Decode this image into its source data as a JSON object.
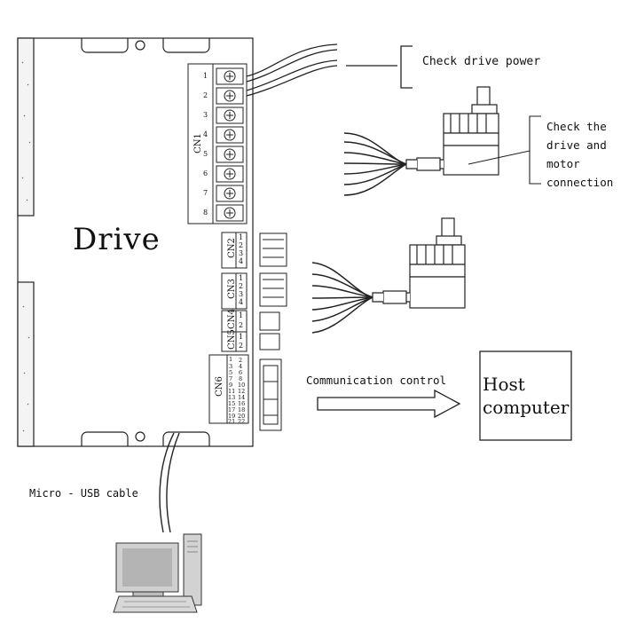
{
  "diagram": {
    "drive_label": "Drive",
    "check_power_label": "Check drive power",
    "check_motor_label": "Check the\ndrive and\nmotor\nconnection",
    "communication_label": "Communication control",
    "host_label": "Host\ncomputer",
    "usb_label": "Micro - USB cable",
    "connectors": {
      "cn1": "CN1",
      "cn2": "CN2",
      "cn3": "CN3",
      "cn4": "CN4",
      "cn5": "CN5",
      "cn6": "CN6"
    },
    "cn1_pins": [
      "1",
      "2",
      "3",
      "4",
      "5",
      "6",
      "7",
      "8"
    ],
    "cn2_pins": [
      "1",
      "2",
      "3",
      "4"
    ],
    "cn3_pins": [
      "1",
      "2",
      "3",
      "4"
    ],
    "cn4_pins": [
      "1",
      "2"
    ],
    "cn5_pins": [
      "1",
      "2"
    ],
    "cn6_pins_left": [
      "1",
      "3",
      "5",
      "7",
      "9",
      "11",
      "13",
      "15",
      "17",
      "19",
      "21"
    ],
    "cn6_pins_right": [
      "2",
      "4",
      "6",
      "8",
      "10",
      "12",
      "14",
      "16",
      "18",
      "20",
      "22"
    ]
  }
}
